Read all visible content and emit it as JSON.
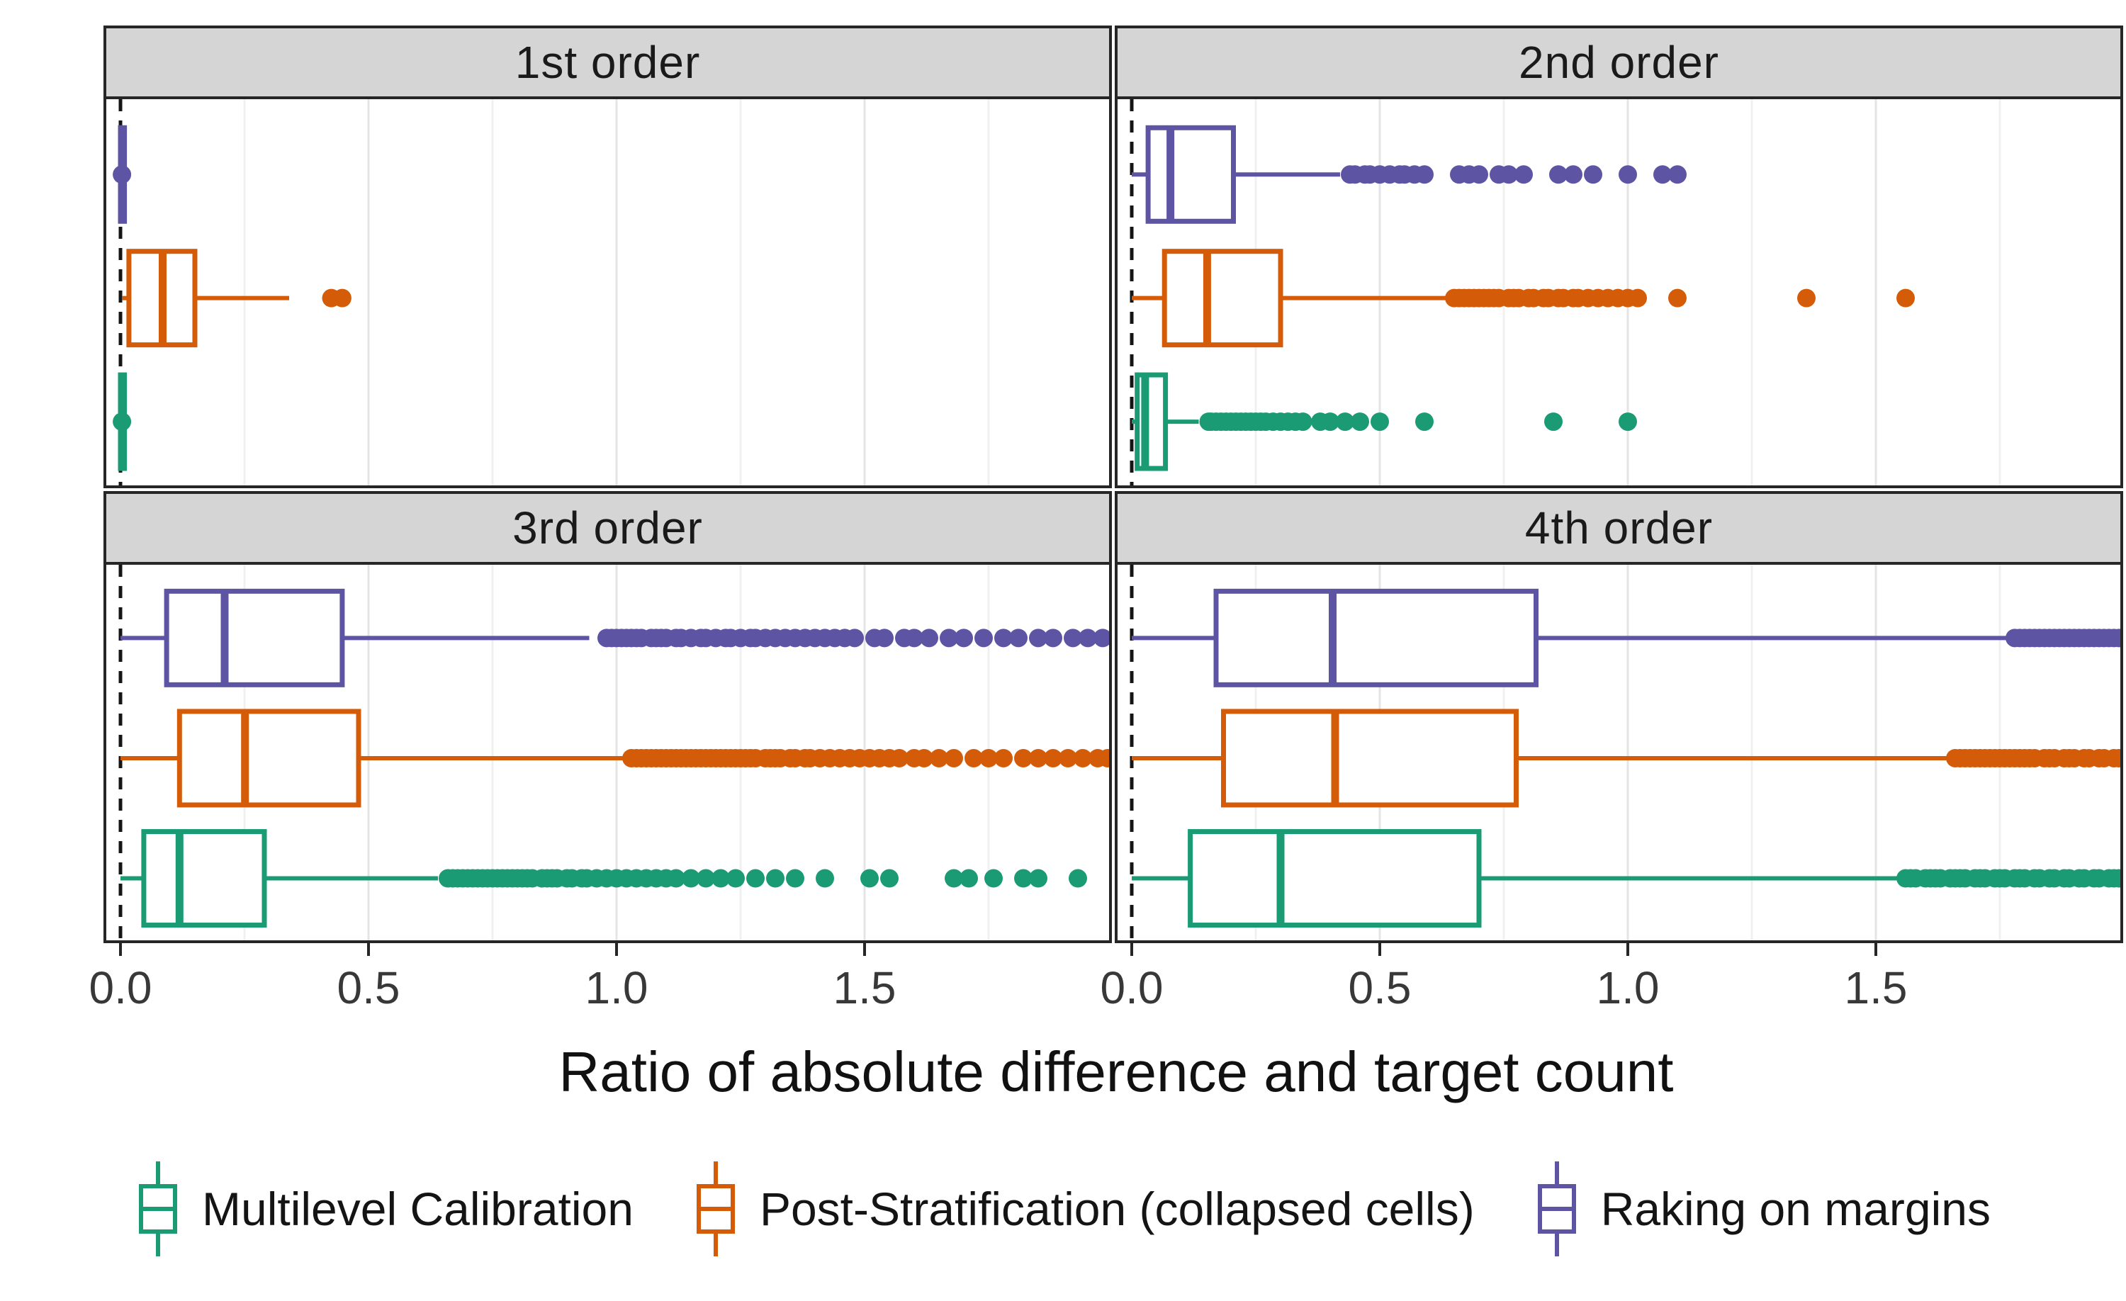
{
  "chart_data": {
    "type": "boxplot-faceted",
    "orientation": "horizontal",
    "title": "",
    "xlabel": "Ratio of absolute difference and target count",
    "background": "#ffffff",
    "strip_fill": "#d5d5d5",
    "panel_border_color": "#262626",
    "gridline_major_color": "#e4e4e4",
    "gridline_minor_color": "#f0f0f0",
    "zero_line": {
      "value": 0,
      "style": "dashed",
      "color": "#151515"
    },
    "xaxis": {
      "title": "Ratio of absolute difference and target count",
      "range": [
        -0.03,
        1.99
      ],
      "grid_step": 0.25,
      "ticks": [
        {
          "value": 0.0,
          "label": "0.0"
        },
        {
          "value": 0.5,
          "label": "0.5"
        },
        {
          "value": 1.0,
          "label": "1.0"
        },
        {
          "value": 1.5,
          "label": "1.5"
        }
      ]
    },
    "methods": [
      {
        "id": "multilevel",
        "label": "Multilevel Calibration",
        "color": "#1a9b74"
      },
      {
        "id": "poststrat",
        "label": "Post-Stratification (collapsed cells)",
        "color": "#d45c08"
      },
      {
        "id": "raking",
        "label": "Raking on margins",
        "color": "#5d54a4"
      }
    ],
    "row_order_top_to_bottom": [
      "raking",
      "poststrat",
      "multilevel"
    ],
    "facets": [
      {
        "label": "1st order",
        "boxes": [
          {
            "method": "raking",
            "whisker_low": 0,
            "q1": 0,
            "median": 0.003,
            "q3": 0.008,
            "whisker_high": 0.012,
            "outliers": [
              0.003
            ]
          },
          {
            "method": "poststrat",
            "whisker_low": 0.004,
            "q1": 0.017,
            "median": 0.085,
            "q3": 0.15,
            "whisker_high": 0.34,
            "outliers": [
              0.425,
              0.447
            ]
          },
          {
            "method": "multilevel",
            "whisker_low": 0,
            "q1": 0,
            "median": 0.003,
            "q3": 0.008,
            "whisker_high": 0.012,
            "outliers": [
              0.003
            ]
          }
        ]
      },
      {
        "label": "2nd order",
        "boxes": [
          {
            "method": "raking",
            "whisker_low": 0,
            "q1": 0.033,
            "median": 0.078,
            "q3": 0.205,
            "whisker_high": 0.42,
            "outliers": [
              0.44,
              0.45,
              0.47,
              0.48,
              0.5,
              0.52,
              0.54,
              0.55,
              0.57,
              0.59,
              0.66,
              0.68,
              0.7,
              0.74,
              0.76,
              0.79,
              0.86,
              0.89,
              0.93,
              1.0,
              1.07,
              1.1
            ]
          },
          {
            "method": "poststrat",
            "whisker_low": 0,
            "q1": 0.066,
            "median": 0.152,
            "q3": 0.3,
            "whisker_high": 0.635,
            "outliers": [
              0.65,
              0.66,
              0.67,
              0.68,
              0.69,
              0.7,
              0.71,
              0.72,
              0.73,
              0.74,
              0.76,
              0.77,
              0.78,
              0.8,
              0.81,
              0.83,
              0.84,
              0.86,
              0.87,
              0.89,
              0.9,
              0.92,
              0.94,
              0.96,
              0.98,
              1.0,
              1.02,
              1.1,
              1.36,
              1.56
            ]
          },
          {
            "method": "multilevel",
            "whisker_low": 0,
            "q1": 0.011,
            "median": 0.027,
            "q3": 0.068,
            "whisker_high": 0.135,
            "outliers": [
              0.155,
              0.16,
              0.17,
              0.18,
              0.19,
              0.2,
              0.21,
              0.22,
              0.23,
              0.24,
              0.25,
              0.26,
              0.27,
              0.285,
              0.3,
              0.315,
              0.33,
              0.345,
              0.38,
              0.4,
              0.43,
              0.46,
              0.5,
              0.59,
              0.85,
              1.0
            ]
          }
        ]
      },
      {
        "label": "3rd order",
        "boxes": [
          {
            "method": "raking",
            "whisker_low": 0,
            "q1": 0.093,
            "median": 0.21,
            "q3": 0.447,
            "whisker_high": 0.945,
            "outliers": [
              0.98,
              0.99,
              1.0,
              1.01,
              1.02,
              1.03,
              1.04,
              1.05,
              1.07,
              1.08,
              1.09,
              1.1,
              1.12,
              1.13,
              1.15,
              1.17,
              1.18,
              1.2,
              1.22,
              1.23,
              1.25,
              1.27,
              1.28,
              1.3,
              1.32,
              1.34,
              1.36,
              1.38,
              1.4,
              1.42,
              1.44,
              1.46,
              1.48,
              1.52,
              1.54,
              1.58,
              1.6,
              1.63,
              1.67,
              1.7,
              1.74,
              1.78,
              1.81,
              1.85,
              1.88,
              1.92,
              1.95,
              1.98
            ]
          },
          {
            "method": "poststrat",
            "whisker_low": 0,
            "q1": 0.119,
            "median": 0.251,
            "q3": 0.48,
            "whisker_high": 1.02,
            "outliers": [
              1.03,
              1.04,
              1.05,
              1.06,
              1.07,
              1.08,
              1.09,
              1.1,
              1.11,
              1.12,
              1.13,
              1.14,
              1.15,
              1.16,
              1.17,
              1.18,
              1.19,
              1.2,
              1.21,
              1.22,
              1.23,
              1.24,
              1.25,
              1.26,
              1.27,
              1.28,
              1.3,
              1.31,
              1.32,
              1.33,
              1.35,
              1.36,
              1.38,
              1.39,
              1.41,
              1.43,
              1.45,
              1.47,
              1.49,
              1.51,
              1.53,
              1.55,
              1.57,
              1.6,
              1.62,
              1.65,
              1.68,
              1.72,
              1.75,
              1.78,
              1.82,
              1.85,
              1.88,
              1.91,
              1.94,
              1.97,
              1.99
            ]
          },
          {
            "method": "multilevel",
            "whisker_low": 0,
            "q1": 0.047,
            "median": 0.119,
            "q3": 0.29,
            "whisker_high": 0.64,
            "outliers": [
              0.66,
              0.67,
              0.68,
              0.69,
              0.7,
              0.71,
              0.72,
              0.73,
              0.74,
              0.75,
              0.76,
              0.77,
              0.78,
              0.79,
              0.8,
              0.81,
              0.82,
              0.83,
              0.85,
              0.86,
              0.87,
              0.88,
              0.9,
              0.91,
              0.93,
              0.94,
              0.96,
              0.98,
              1.0,
              1.02,
              1.04,
              1.06,
              1.08,
              1.1,
              1.12,
              1.15,
              1.18,
              1.21,
              1.24,
              1.28,
              1.32,
              1.36,
              1.42,
              1.51,
              1.55,
              1.68,
              1.71,
              1.76,
              1.82,
              1.85,
              1.93
            ]
          }
        ]
      },
      {
        "label": "4th order",
        "boxes": [
          {
            "method": "raking",
            "whisker_low": 0,
            "q1": 0.17,
            "median": 0.405,
            "q3": 0.815,
            "whisker_high": 1.77,
            "outliers": [
              1.78,
              1.79,
              1.8,
              1.81,
              1.82,
              1.83,
              1.84,
              1.85,
              1.86,
              1.87,
              1.88,
              1.89,
              1.9,
              1.91,
              1.92,
              1.93,
              1.94,
              1.95,
              1.96,
              1.97,
              1.98,
              1.99
            ]
          },
          {
            "method": "poststrat",
            "whisker_low": 0,
            "q1": 0.185,
            "median": 0.41,
            "q3": 0.775,
            "whisker_high": 1.66,
            "outliers": [
              1.66,
              1.67,
              1.68,
              1.69,
              1.7,
              1.71,
              1.72,
              1.73,
              1.74,
              1.75,
              1.76,
              1.77,
              1.78,
              1.79,
              1.8,
              1.81,
              1.82,
              1.84,
              1.85,
              1.86,
              1.88,
              1.89,
              1.9,
              1.92,
              1.93,
              1.95,
              1.96,
              1.98,
              1.99
            ]
          },
          {
            "method": "multilevel",
            "whisker_low": 0,
            "q1": 0.118,
            "median": 0.3,
            "q3": 0.7,
            "whisker_high": 1.56,
            "outliers": [
              1.56,
              1.57,
              1.58,
              1.6,
              1.61,
              1.62,
              1.63,
              1.65,
              1.66,
              1.67,
              1.68,
              1.7,
              1.71,
              1.72,
              1.74,
              1.75,
              1.76,
              1.78,
              1.79,
              1.8,
              1.82,
              1.83,
              1.85,
              1.86,
              1.88,
              1.89,
              1.91,
              1.92,
              1.94,
              1.95,
              1.97,
              1.98,
              1.99
            ]
          }
        ]
      }
    ],
    "legend_position": "bottom"
  }
}
